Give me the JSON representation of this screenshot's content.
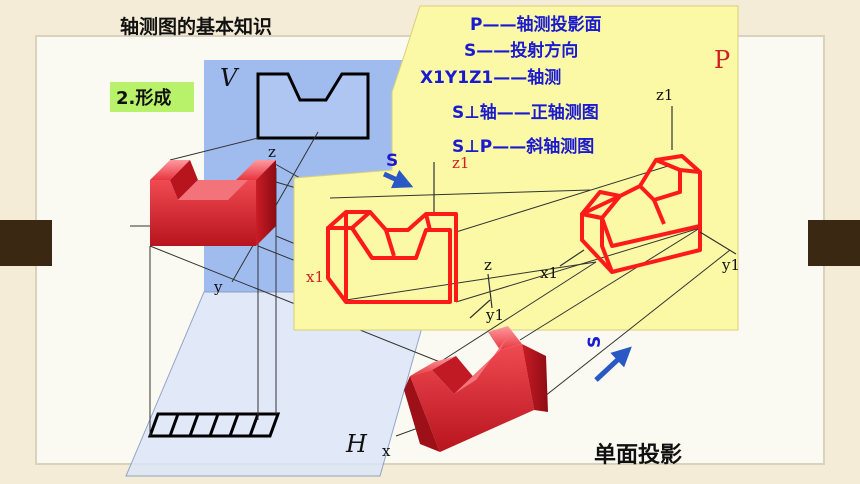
{
  "title": "轴测图的基本知识",
  "step_label": "2.形成",
  "legend": [
    "P——轴测投影面",
    "S——投射方向",
    "X1Y1Z1——轴测",
    "S⊥轴——正轴测图",
    "S⊥P——斜轴测图"
  ],
  "plane_labels": {
    "p": "P",
    "v": "V",
    "h": "H"
  },
  "axis_labels": {
    "z": "z",
    "y": "y",
    "x": "x",
    "z1": "z1",
    "x1": "x1",
    "y1": "y1"
  },
  "direction_label": "S",
  "bottom_caption": "单面投影",
  "colors": {
    "board": "#f4ecd6",
    "panel": "#fbfaf2",
    "yellow_plane": "#fbf8a6",
    "blue_plane": "#8fb0ef",
    "red_solid": "#e8363f",
    "arrow": "#2a58c4",
    "legend_text": "#1a1ad0",
    "tab": "#3a2812"
  }
}
